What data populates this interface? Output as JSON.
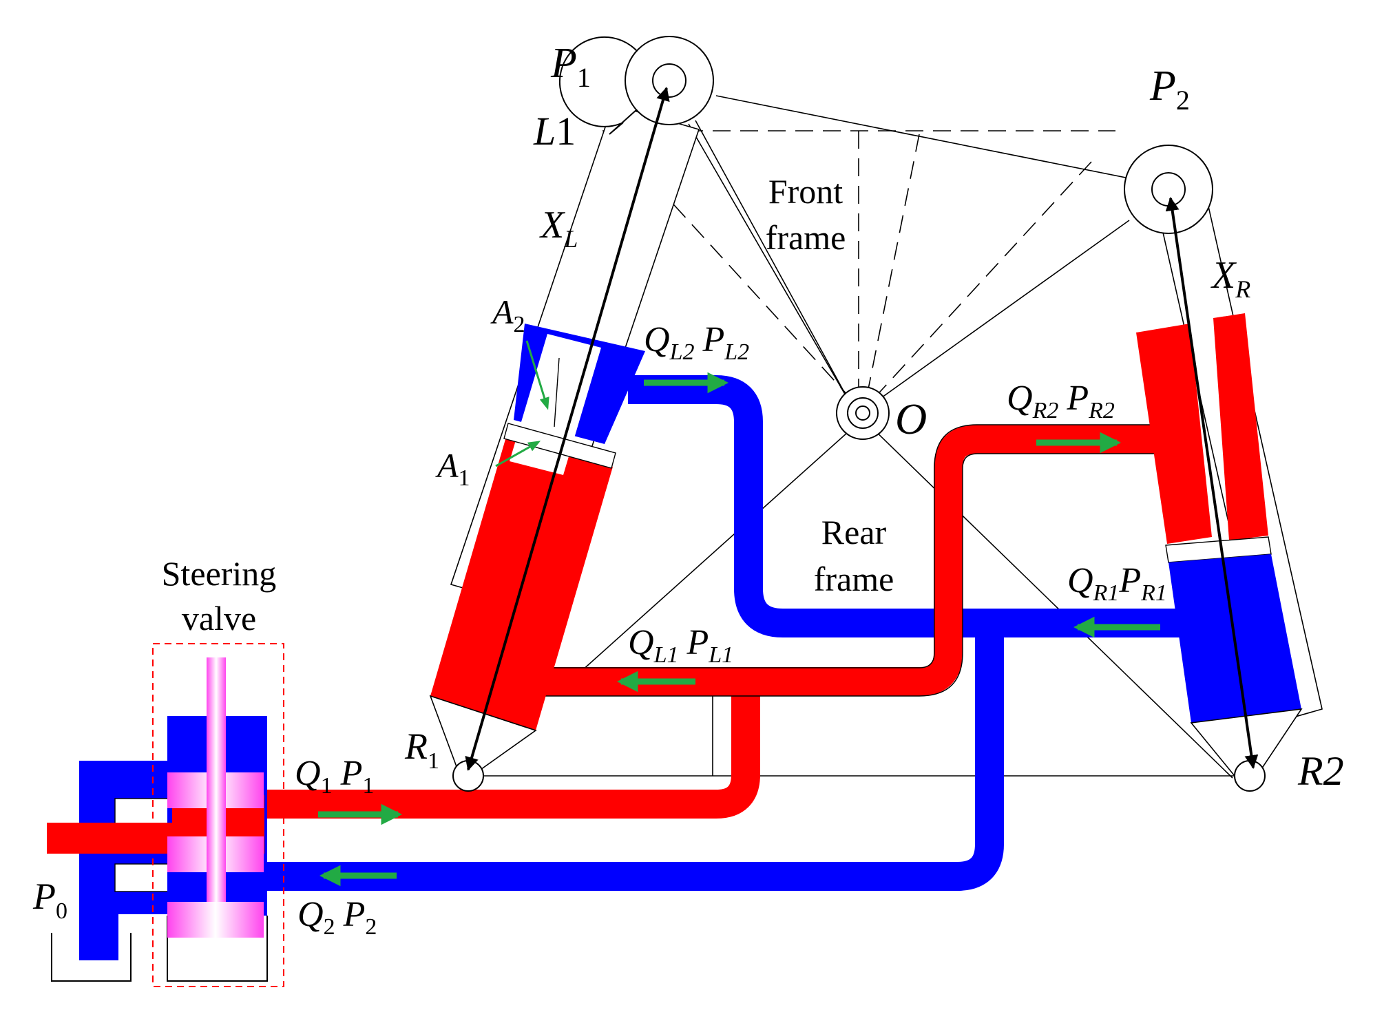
{
  "labels": {
    "p1_main": "P",
    "p1_sub": "1",
    "p2_main": "P",
    "p2_sub": "2",
    "l1_main": "L",
    "l1_sub": "1",
    "xl_main": "X",
    "xl_sub": "L",
    "xr_main": "X",
    "xr_sub": "R",
    "a2_main": "A",
    "a2_sub": "2",
    "a1_main": "A",
    "a1_sub": "1",
    "o": "O",
    "front_frame_1": "Front",
    "front_frame_2": "frame",
    "rear_frame_1": "Rear",
    "rear_frame_2": "frame",
    "steering_1": "Steering",
    "steering_2": "valve",
    "r1_main": "R",
    "r1_sub": "1",
    "r2": "R2",
    "p0_main": "P",
    "p0_sub": "0",
    "ql2_q": "Q",
    "ql2_qs": "L2",
    "ql2_p": "P",
    "ql2_ps": "L2",
    "qr2_q": "Q",
    "qr2_qs": "R2",
    "qr2_p": "P",
    "qr2_ps": "R2",
    "qr1_q": "Q",
    "qr1_qs": "R1",
    "qr1_p": "P",
    "qr1_ps": "R1",
    "ql1_q": "Q",
    "ql1_qs": "L1",
    "ql1_p": "P",
    "ql1_ps": "L1",
    "q1_q": "Q",
    "q1_qs": "1",
    "q1_p": "P",
    "q1_ps": "1",
    "q2_q": "Q",
    "q2_qs": "2",
    "q2_p": "P",
    "q2_ps": "2"
  },
  "colors": {
    "high_pressure": "#ff0000",
    "low_pressure": "#0000ff",
    "flow_arrow": "#22aa44",
    "spool": "#ff44ee",
    "valve_box": "#ff0000"
  }
}
